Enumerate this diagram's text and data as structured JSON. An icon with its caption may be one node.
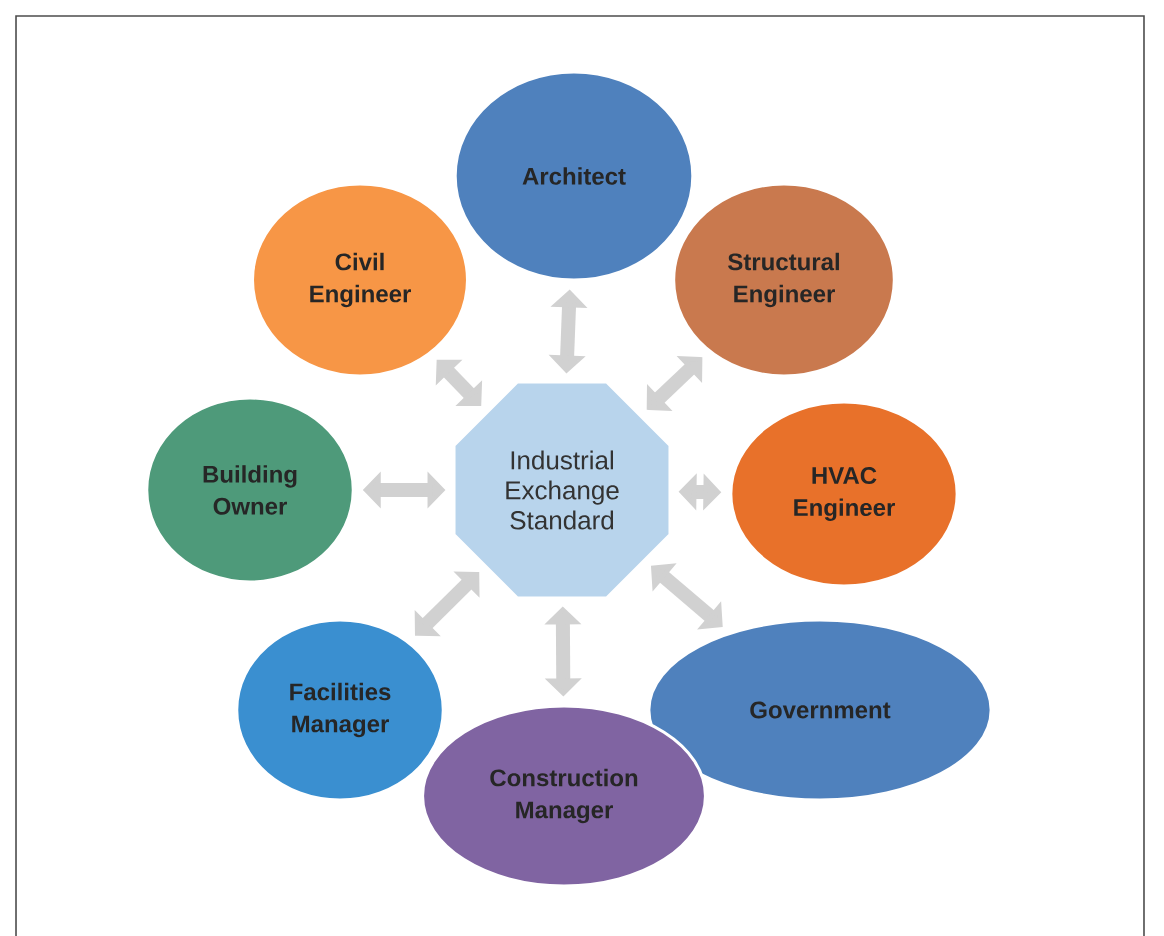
{
  "diagram": {
    "nodes": [
      {
        "text": [
          "Industrial Exchange Standard"
        ]
      },
      {
        "text": [
          "Architect"
        ]
      },
      {
        "text": [
          "Structural Engineer"
        ]
      },
      {
        "text": [
          "HVAC Engineer"
        ]
      },
      {
        "text": [
          "Government"
        ]
      },
      {
        "text": [
          "Construction Manager"
        ]
      },
      {
        "text": [
          "Facilities Manager"
        ]
      },
      {
        "text": [
          "Building Owner"
        ]
      },
      {
        "text": [
          "Civil Engineer"
        ]
      }
    ],
    "edges": [
      {
        "from": 0,
        "to": 1,
        "arrow": "both"
      },
      {
        "from": 0,
        "to": 2,
        "arrow": "both"
      },
      {
        "from": 0,
        "to": 3,
        "arrow": "both"
      },
      {
        "from": 0,
        "to": 4,
        "arrow": "both"
      },
      {
        "from": 0,
        "to": 5,
        "arrow": "both"
      },
      {
        "from": 0,
        "to": 6,
        "arrow": "both"
      },
      {
        "from": 0,
        "to": 7,
        "arrow": "both"
      },
      {
        "from": 0,
        "to": 8,
        "arrow": "both"
      }
    ]
  }
}
